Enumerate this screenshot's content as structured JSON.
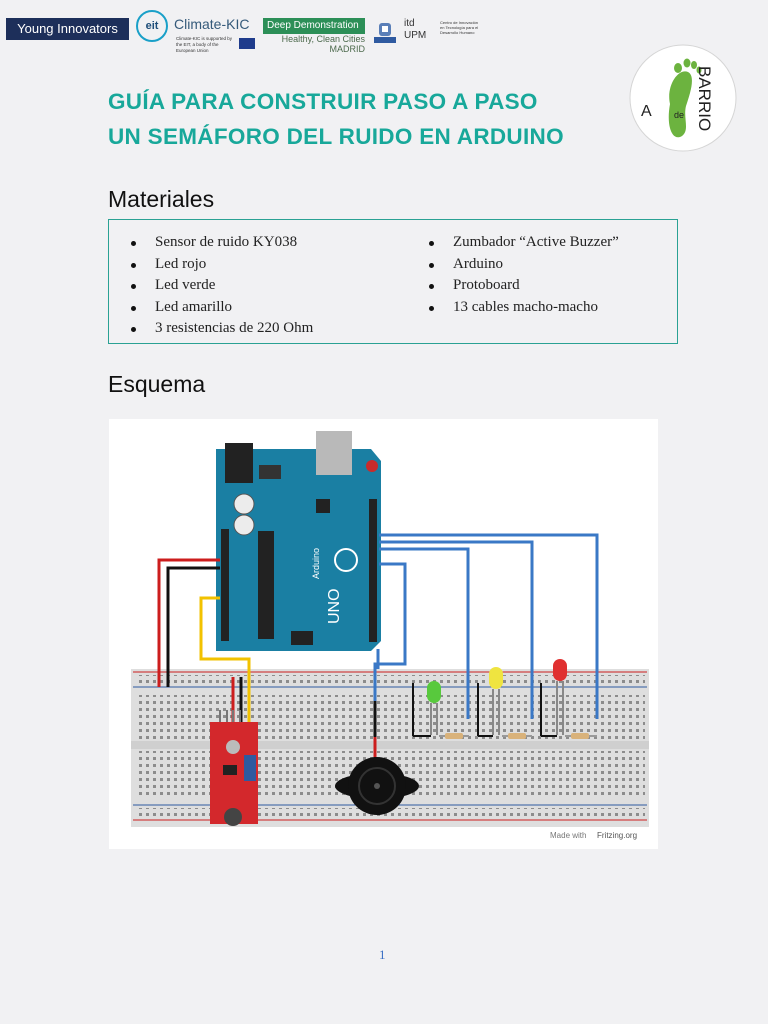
{
  "header": {
    "logo_young_innovators": "Young Innovators",
    "logo_eit": "eit",
    "logo_climate_kic": "Climate-KIC",
    "logo_climate_kic_tagline": "Climate-KIC is supported by the EIT, a body of the European Union",
    "logo_deep_demonstration": "Deep Demonstration",
    "logo_deep_demonstration_sub1": "Healthy, Clean Cities",
    "logo_deep_demonstration_sub2": "MADRID",
    "logo_itd": "itd",
    "logo_upm": "UPM",
    "logo_itd_desc": "Centro de Innovación en Tecnología para el Desarrollo Humano",
    "logo_barrio_a": "A",
    "logo_barrio_de": "de",
    "logo_barrio": "BARRIO"
  },
  "title": {
    "line1": "GUÍA PARA CONSTRUIR PASO A PASO",
    "line2": "UN SEMÁFORO DEL RUIDO EN ARDUINO"
  },
  "materiales": {
    "heading": "Materiales",
    "left": [
      "Sensor de ruido KY038",
      "Led rojo",
      "Led verde",
      "Led amarillo",
      "3 resistencias de 220 Ohm"
    ],
    "right": [
      "Zumbador “Active Buzzer”",
      "Arduino",
      "Protoboard",
      "13 cables macho-macho"
    ]
  },
  "esquema": {
    "heading": "Esquema",
    "arduino_label": "UNO",
    "arduino_brand": "Arduino",
    "made_with": "Made with",
    "fritzing": "Fritzing.org"
  },
  "footer": {
    "page_number": "1"
  },
  "colors": {
    "title": "#18a89a",
    "box_border": "#2aa193",
    "arduino": "#1a7fa3",
    "wire_blue": "#3a78c6",
    "wire_red": "#cc1d1d",
    "wire_yellow": "#f2c200"
  }
}
